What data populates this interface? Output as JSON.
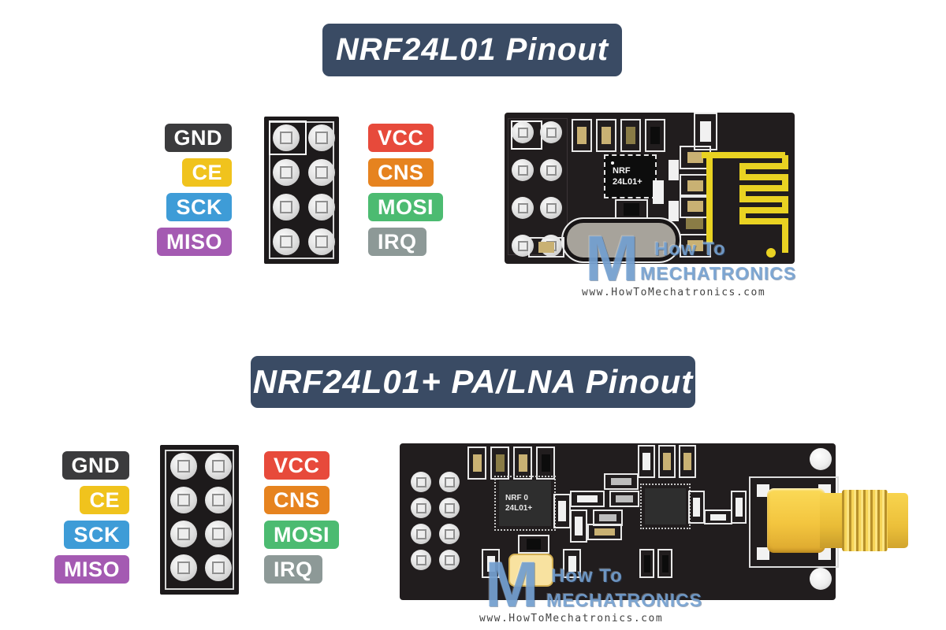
{
  "watermark": {
    "logo_letter": "M",
    "line1": "How To",
    "line2": "MECHATRONICS",
    "url": "www.HowToMechatronics.com"
  },
  "colors": {
    "banner": "#3a4b64",
    "pcb": "#211d1e",
    "antenna_yellow": "#e9d222",
    "sma_gold": "#f3c53f"
  },
  "sections": [
    {
      "title": "NRF24L01 Pinout",
      "left_pins": [
        {
          "label": "GND",
          "color": "#3b3b3d"
        },
        {
          "label": "CE",
          "color": "#f0c31d"
        },
        {
          "label": "SCK",
          "color": "#3e9cd7"
        },
        {
          "label": "MISO",
          "color": "#a45ab2"
        }
      ],
      "right_pins": [
        {
          "label": "VCC",
          "color": "#e74a3b"
        },
        {
          "label": "CNS",
          "color": "#e6831f"
        },
        {
          "label": "MOSI",
          "color": "#4cbb71"
        },
        {
          "label": "IRQ",
          "color": "#8d9997"
        }
      ],
      "module": {
        "chip_line1": "NRF",
        "chip_line2": "24L01+"
      }
    },
    {
      "title": "NRF24L01+ PA/LNA Pinout",
      "left_pins": [
        {
          "label": "GND",
          "color": "#3b3b3d"
        },
        {
          "label": "CE",
          "color": "#f0c31d"
        },
        {
          "label": "SCK",
          "color": "#3e9cd7"
        },
        {
          "label": "MISO",
          "color": "#a45ab2"
        }
      ],
      "right_pins": [
        {
          "label": "VCC",
          "color": "#e74a3b"
        },
        {
          "label": "CNS",
          "color": "#e6831f"
        },
        {
          "label": "MOSI",
          "color": "#4cbb71"
        },
        {
          "label": "IRQ",
          "color": "#8d9997"
        }
      ],
      "module": {
        "chip_line1": "NRF 0",
        "chip_line2": "24L01+"
      }
    }
  ]
}
